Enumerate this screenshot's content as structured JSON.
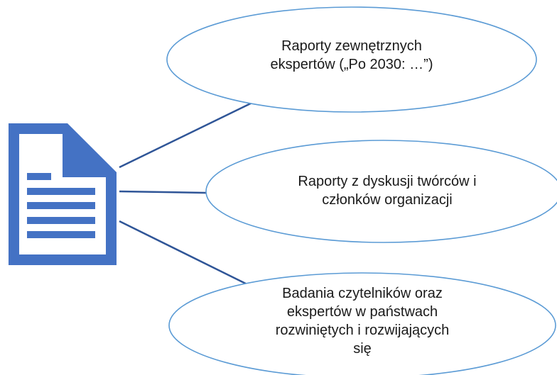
{
  "diagram": {
    "document_icon": {
      "icon": "document-icon",
      "color": "#4472C4"
    },
    "connector_color": "#2F5597",
    "ellipse_border_color": "#5B9BD5",
    "nodes": [
      {
        "id": "external-experts",
        "lines": [
          "Raporty zewnętrznych",
          "ekspertów („Po 2030: …”)"
        ]
      },
      {
        "id": "creators-discussion",
        "lines": [
          "Raporty z dyskusji twórców i",
          "członków organizacji"
        ]
      },
      {
        "id": "readers-research",
        "lines": [
          "Badania czytelników oraz",
          "ekspertów w państwach",
          "rozwiniętych i rozwijających",
          "się"
        ]
      }
    ]
  }
}
